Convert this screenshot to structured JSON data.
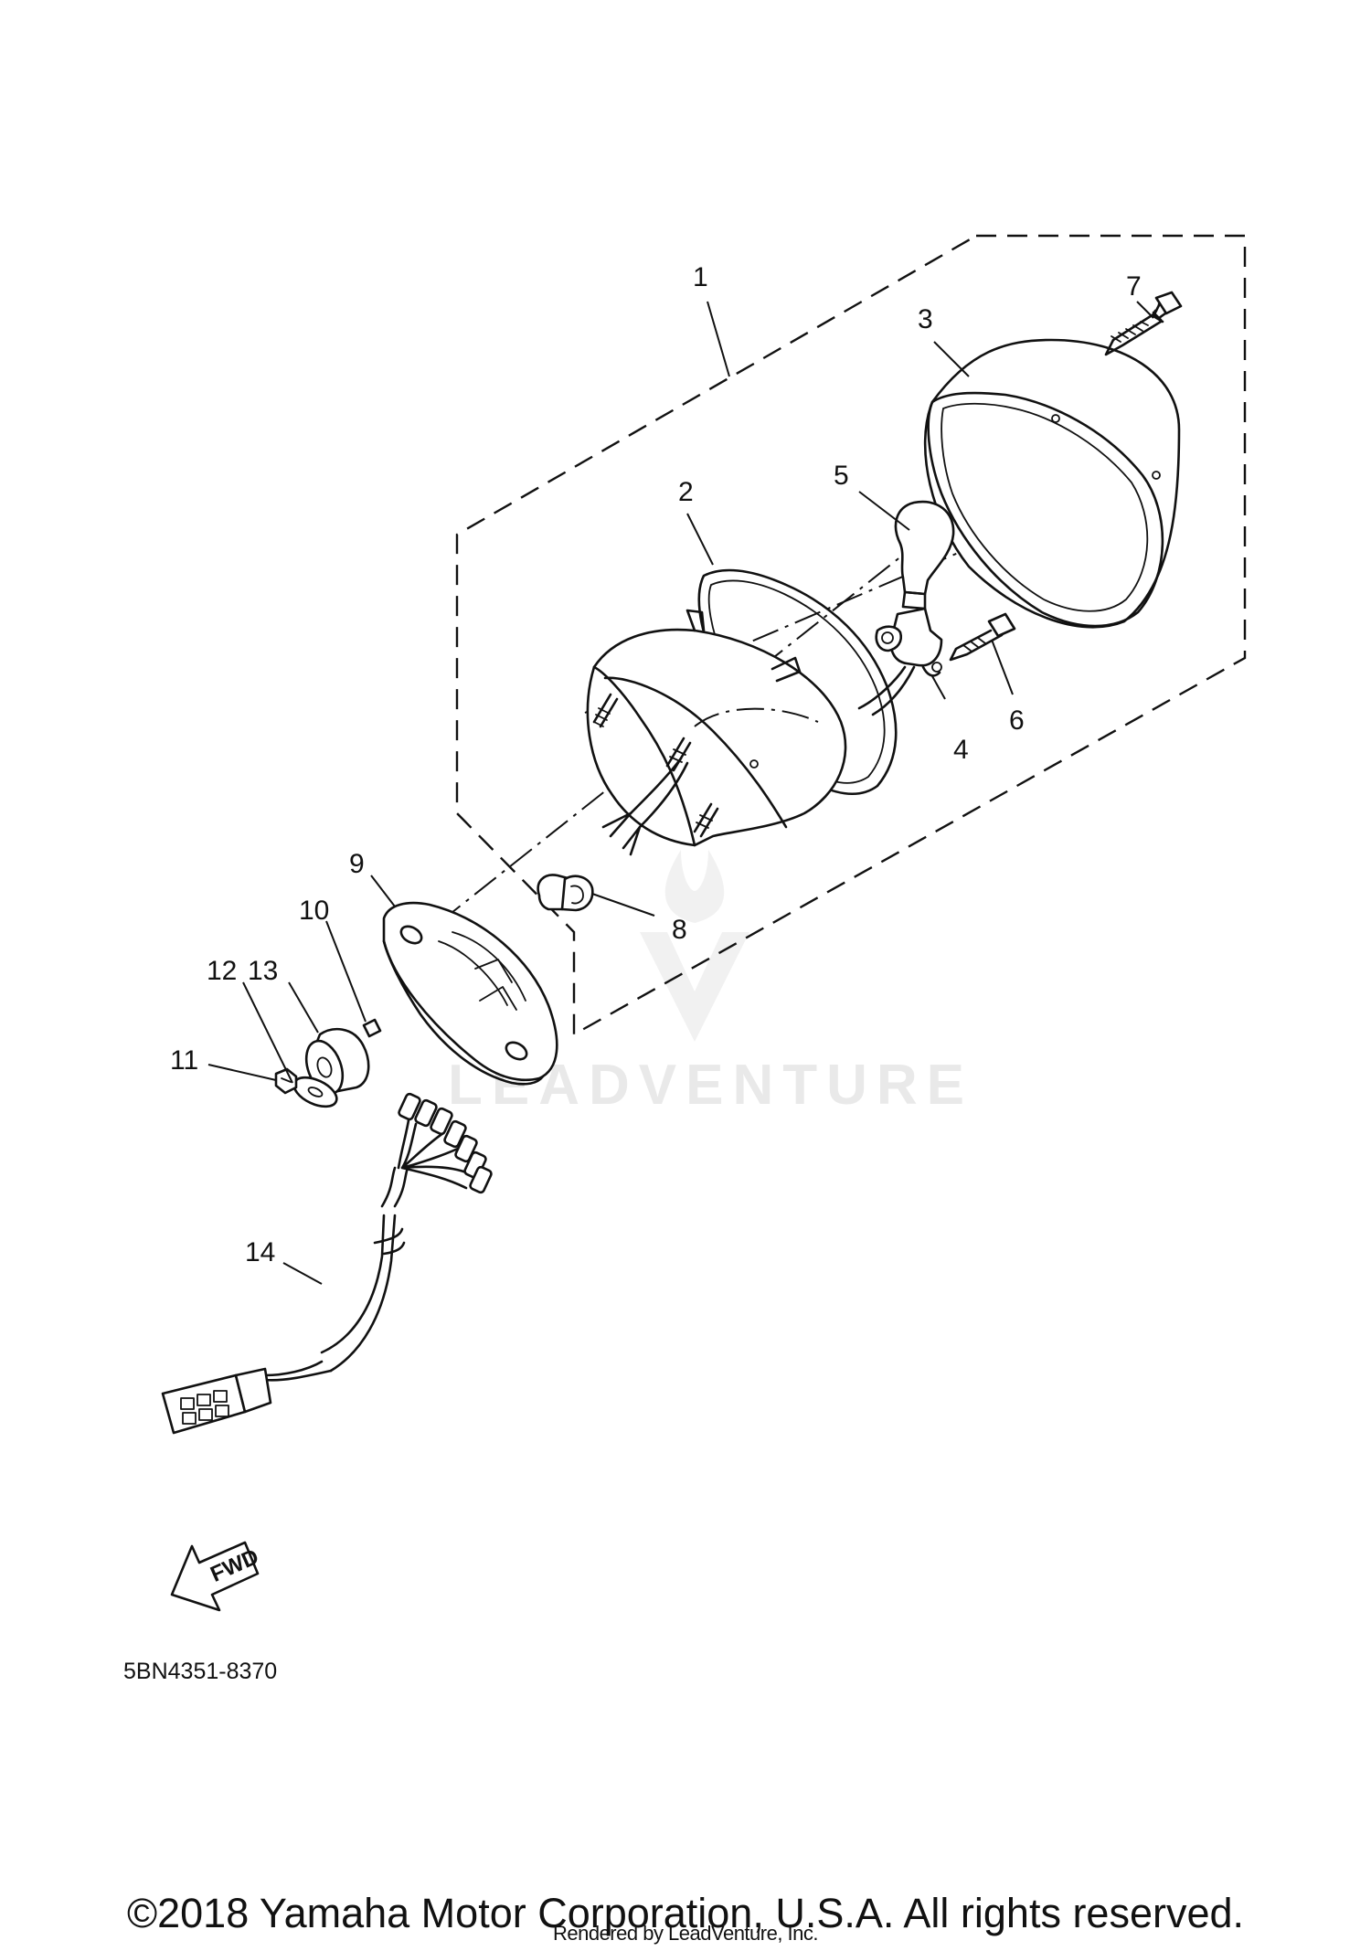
{
  "diagram": {
    "callouts": [
      "1",
      "2",
      "3",
      "4",
      "5",
      "6",
      "7",
      "8",
      "9",
      "10",
      "11",
      "12",
      "13",
      "14"
    ],
    "fwd_label": "FWD",
    "reference_code": "5BN4351-8370",
    "watermark": "LEADVENTURE"
  },
  "footer": {
    "copyright": "©2018 Yamaha Motor Corporation, U.S.A. All rights reserved.",
    "rendered_by": "Rendered by LeadVenture, Inc."
  }
}
